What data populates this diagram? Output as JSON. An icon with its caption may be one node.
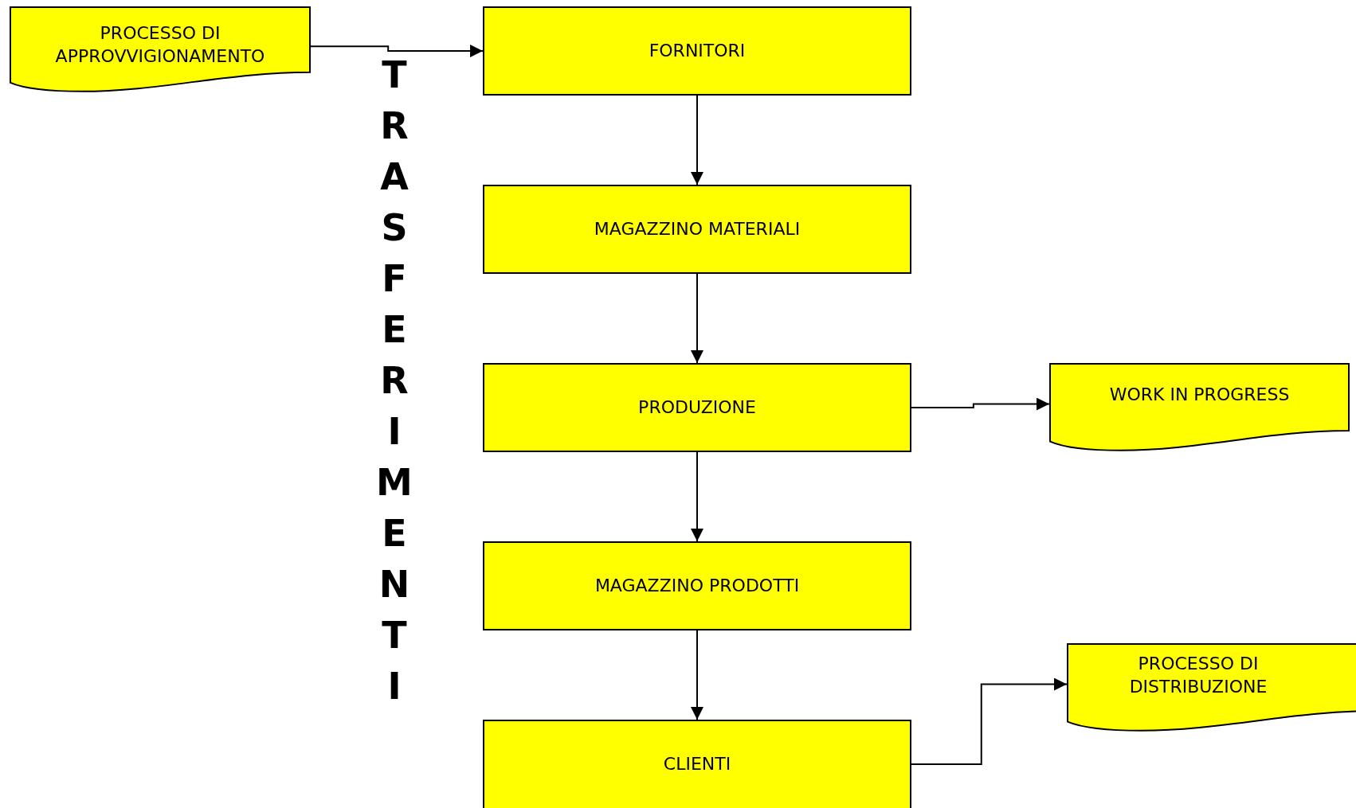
{
  "diagram": {
    "nodes": [
      {
        "text": [
          "PROCESSO DI APPROVVIGIONAMENTO"
        ]
      },
      {
        "text": [
          "FORNITORI"
        ]
      },
      {
        "text": [
          "MAGAZZINO MATERIALI"
        ]
      },
      {
        "text": [
          "PRODUZIONE"
        ]
      },
      {
        "text": [
          "WORK IN PROGRESS"
        ]
      },
      {
        "text": [
          "MAGAZZINO PRODOTTI"
        ]
      },
      {
        "text": [
          "CLIENTI"
        ]
      },
      {
        "text": [
          "PROCESSO DI DISTRIBUZIONE"
        ]
      }
    ],
    "edges": [
      {
        "from": 0,
        "to": 1,
        "arrow": "to"
      },
      {
        "from": 1,
        "to": 2,
        "arrow": "to"
      },
      {
        "from": 2,
        "to": 3,
        "arrow": "to"
      },
      {
        "from": 3,
        "to": 4,
        "arrow": "to"
      },
      {
        "from": 3,
        "to": 5,
        "arrow": "to"
      },
      {
        "from": 5,
        "to": 6,
        "arrow": "to"
      },
      {
        "from": 6,
        "to": 7,
        "arrow": "to"
      }
    ],
    "labels": [
      "TRASFERIMENTI"
    ]
  }
}
